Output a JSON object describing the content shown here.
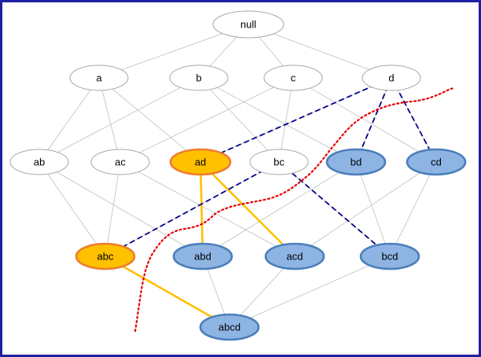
{
  "diagram": {
    "nodes": [
      {
        "id": "null",
        "label": "null",
        "style": "plain"
      },
      {
        "id": "a",
        "label": "a",
        "style": "plain"
      },
      {
        "id": "b",
        "label": "b",
        "style": "plain"
      },
      {
        "id": "c",
        "label": "c",
        "style": "plain"
      },
      {
        "id": "d",
        "label": "d",
        "style": "plain"
      },
      {
        "id": "ab",
        "label": "ab",
        "style": "plain"
      },
      {
        "id": "ac",
        "label": "ac",
        "style": "plain"
      },
      {
        "id": "ad",
        "label": "ad",
        "style": "orange"
      },
      {
        "id": "bc",
        "label": "bc",
        "style": "plain"
      },
      {
        "id": "bd",
        "label": "bd",
        "style": "blue"
      },
      {
        "id": "cd",
        "label": "cd",
        "style": "blue"
      },
      {
        "id": "abc",
        "label": "abc",
        "style": "orange"
      },
      {
        "id": "abd",
        "label": "abd",
        "style": "blue"
      },
      {
        "id": "acd",
        "label": "acd",
        "style": "blue"
      },
      {
        "id": "bcd",
        "label": "bcd",
        "style": "blue"
      },
      {
        "id": "abcd",
        "label": "abcd",
        "style": "blue"
      }
    ],
    "lattice_edges": [
      [
        "null",
        "a"
      ],
      [
        "null",
        "b"
      ],
      [
        "null",
        "c"
      ],
      [
        "null",
        "d"
      ],
      [
        "a",
        "ab"
      ],
      [
        "a",
        "ac"
      ],
      [
        "a",
        "ad"
      ],
      [
        "b",
        "ab"
      ],
      [
        "b",
        "bc"
      ],
      [
        "b",
        "bd"
      ],
      [
        "c",
        "ac"
      ],
      [
        "c",
        "bc"
      ],
      [
        "c",
        "cd"
      ],
      [
        "d",
        "ad"
      ],
      [
        "d",
        "bd"
      ],
      [
        "d",
        "cd"
      ],
      [
        "ab",
        "abc"
      ],
      [
        "ab",
        "abd"
      ],
      [
        "ac",
        "abc"
      ],
      [
        "ac",
        "acd"
      ],
      [
        "ad",
        "abd"
      ],
      [
        "ad",
        "acd"
      ],
      [
        "bc",
        "abc"
      ],
      [
        "bc",
        "bcd"
      ],
      [
        "bd",
        "abd"
      ],
      [
        "bd",
        "bcd"
      ],
      [
        "cd",
        "acd"
      ],
      [
        "cd",
        "bcd"
      ],
      [
        "abc",
        "abcd"
      ],
      [
        "abd",
        "abcd"
      ],
      [
        "acd",
        "abcd"
      ],
      [
        "bcd",
        "abcd"
      ]
    ],
    "highlight_edges": [
      [
        "ad",
        "abd"
      ],
      [
        "ad",
        "acd"
      ],
      [
        "abc",
        "abcd"
      ]
    ],
    "dashed_edges": [
      [
        "d",
        "ad"
      ],
      [
        "d",
        "bd"
      ],
      [
        "d",
        "cd"
      ],
      [
        "bc",
        "abc"
      ],
      [
        "bc",
        "bcd"
      ]
    ],
    "colors": {
      "frame": "#1f1fa3",
      "lattice_edge": "#bfbfbf",
      "plain_fill": "#ffffff",
      "plain_stroke": "#a6a6a6",
      "orange_fill": "#ffc000",
      "orange_stroke": "#ed7d31",
      "blue_fill": "#8eb4e3",
      "blue_stroke": "#4a7ebb",
      "highlight_edge": "#ffc000",
      "dashed_edge": "#00008b",
      "border_line": "#e60000"
    }
  }
}
